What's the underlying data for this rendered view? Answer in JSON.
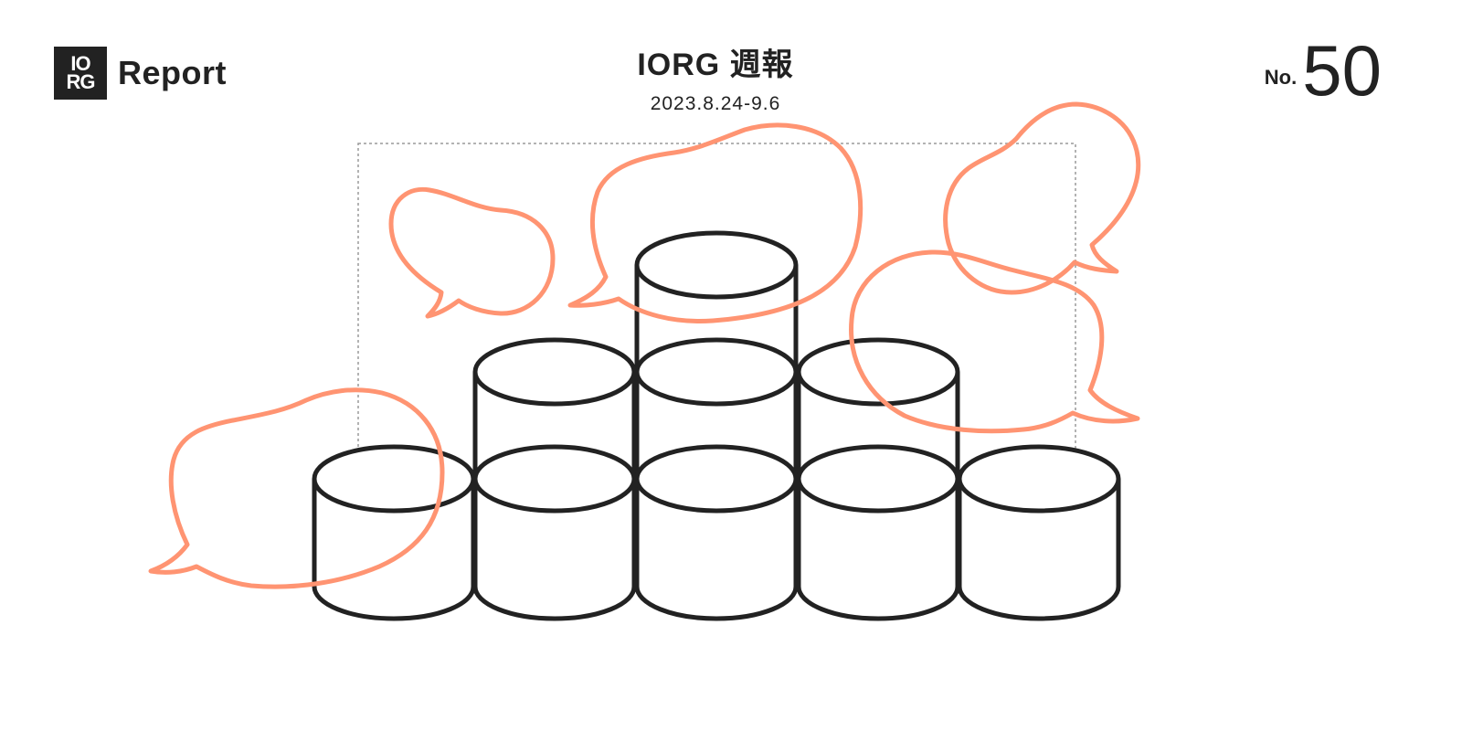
{
  "header": {
    "logo_line1": "IO",
    "logo_line2": "RG",
    "brand_name": "Report",
    "title": "IORG 週報",
    "date_range": "2023.8.24-9.6",
    "issue_label": "No.",
    "issue_number": "50"
  },
  "colors": {
    "ink": "#222222",
    "accent": "#FF9472",
    "frame": "#9a9a9a"
  },
  "illustration": {
    "icons": [
      "database-stack-icon",
      "speech-bubble-icon"
    ]
  }
}
